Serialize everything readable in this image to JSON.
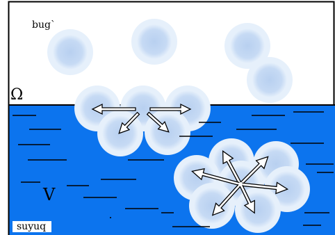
{
  "labels": {
    "gas_phase": "bug`",
    "interface_symbol": "Ω",
    "volume_symbol": "V",
    "liquid_phase": "suyuq"
  },
  "colors": {
    "liquid": "#0c74ee",
    "bubble_fill": "#c8dcf4",
    "bubble_glow": "#e4eefa",
    "arrow_fill": "#ffffff",
    "line": "#000000"
  }
}
